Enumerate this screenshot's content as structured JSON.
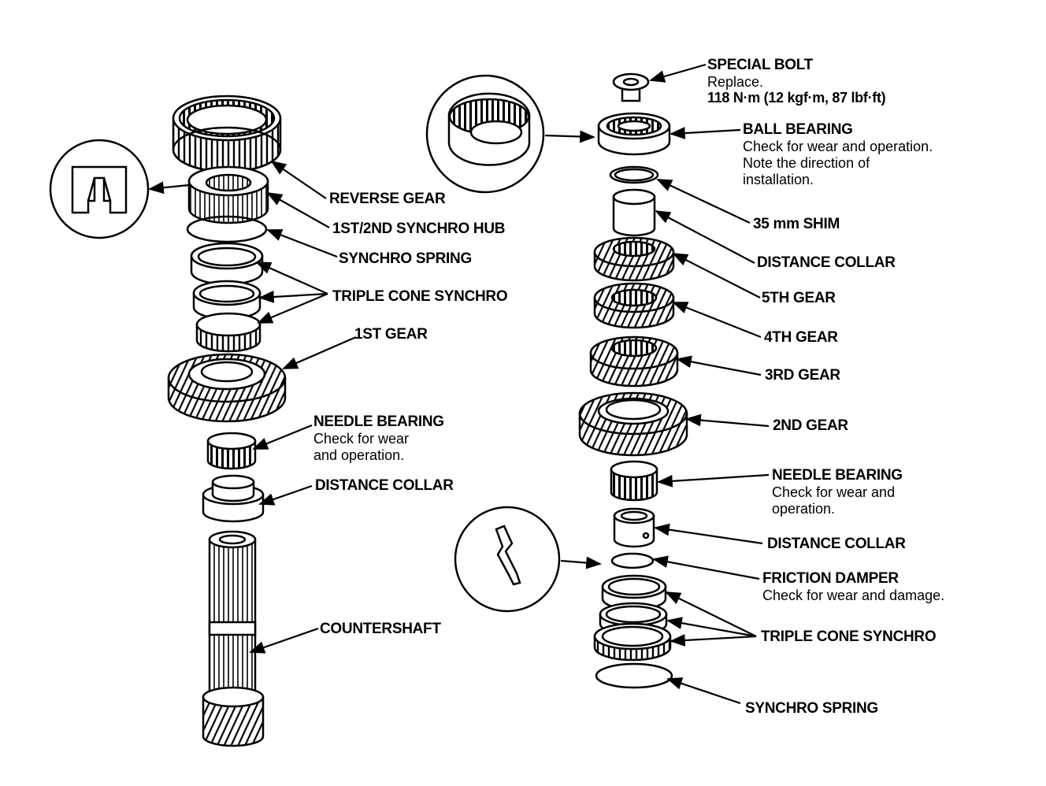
{
  "left_assembly": {
    "labels": {
      "reverse_gear": "REVERSE GEAR",
      "synchro_hub": "1ST/2ND SYNCHRO HUB",
      "synchro_spring": "SYNCHRO SPRING",
      "triple_cone_synchro": "TRIPLE CONE SYNCHRO",
      "first_gear": "1ST GEAR",
      "needle_bearing": "NEEDLE BEARING",
      "needle_bearing_note_1": "Check for wear",
      "needle_bearing_note_2": "and operation.",
      "distance_collar": "DISTANCE COLLAR",
      "countershaft": "COUNTERSHAFT"
    }
  },
  "right_assembly": {
    "labels": {
      "special_bolt": "SPECIAL BOLT",
      "special_bolt_note_1": "Replace.",
      "special_bolt_note_2": "118 N·m (12 kgf·m, 87 lbf·ft)",
      "ball_bearing": "BALL BEARING",
      "ball_bearing_note_1": "Check for wear and operation.",
      "ball_bearing_note_2": "Note the direction of",
      "ball_bearing_note_3": "installation.",
      "shim": "35 mm SHIM",
      "distance_collar_upper": "DISTANCE COLLAR",
      "fifth_gear": "5TH GEAR",
      "fourth_gear": "4TH GEAR",
      "third_gear": "3RD GEAR",
      "second_gear": "2ND GEAR",
      "needle_bearing": "NEEDLE BEARING",
      "needle_bearing_note_1": "Check for wear and",
      "needle_bearing_note_2": "operation.",
      "distance_collar_lower": "DISTANCE COLLAR",
      "friction_damper": "FRICTION DAMPER",
      "friction_damper_note": "Check for wear and damage.",
      "triple_cone_synchro": "TRIPLE CONE SYNCHRO",
      "synchro_spring": "SYNCHRO SPRING"
    }
  },
  "colors": {
    "ink": "#000000",
    "paper": "#ffffff"
  }
}
